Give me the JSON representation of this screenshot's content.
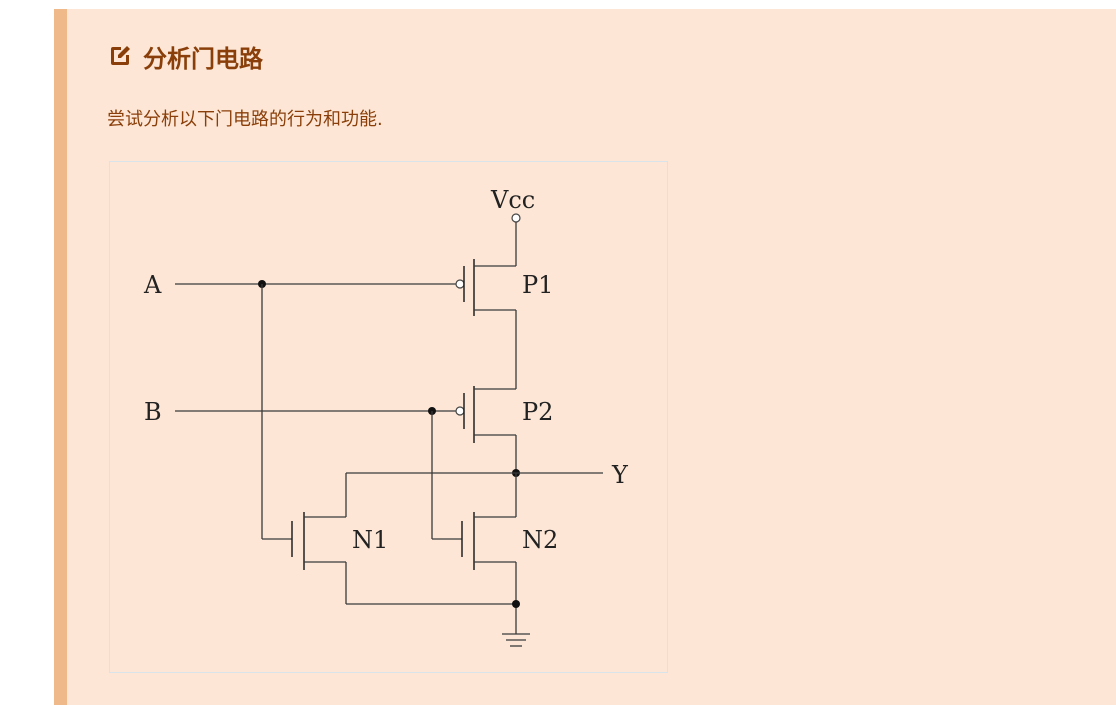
{
  "admonition": {
    "title": "分析门电路",
    "icon": "edit-icon",
    "body": "尝试分析以下门电路的行为和功能."
  },
  "circuit": {
    "labels": {
      "vcc": "Vcc",
      "input_a": "A",
      "input_b": "B",
      "output_y": "Y",
      "p1": "P1",
      "p2": "P2",
      "n1": "N1",
      "n2": "N2"
    }
  }
}
